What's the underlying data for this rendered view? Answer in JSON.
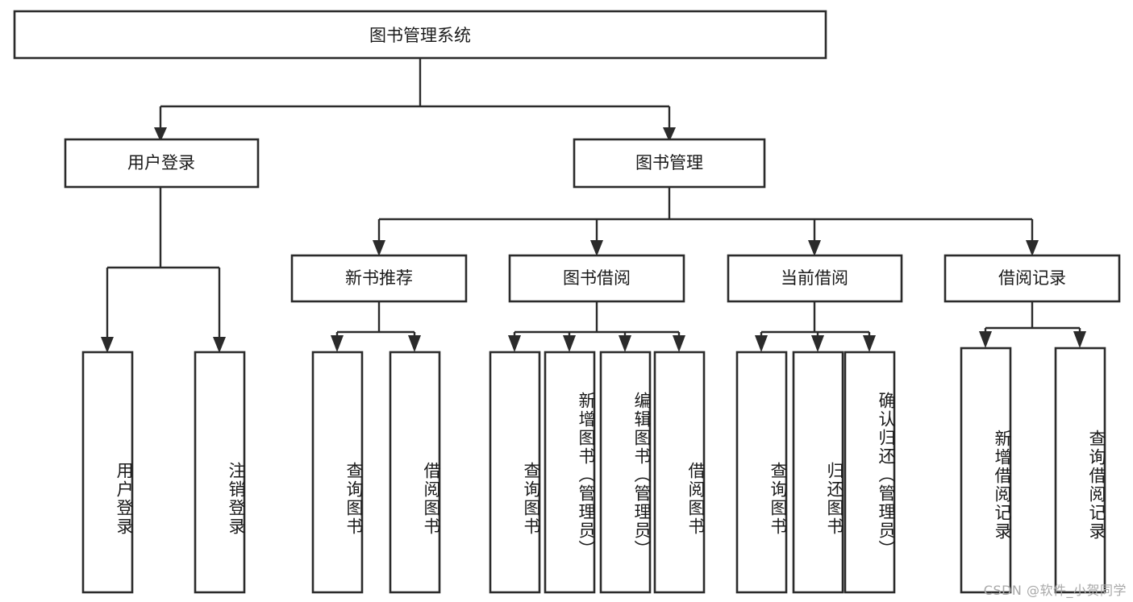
{
  "diagram": {
    "type": "hierarchy-tree",
    "title": "图书管理系统",
    "root": {
      "id": "root",
      "label": "图书管理系统"
    },
    "level2": [
      {
        "id": "user-login",
        "label": "用户登录"
      },
      {
        "id": "book-management",
        "label": "图书管理"
      }
    ],
    "level3": [
      {
        "id": "new-book-recommend",
        "label": "新书推荐",
        "parent": "book-management"
      },
      {
        "id": "book-borrow",
        "label": "图书借阅",
        "parent": "book-management"
      },
      {
        "id": "current-borrow",
        "label": "当前借阅",
        "parent": "book-management"
      },
      {
        "id": "borrow-record",
        "label": "借阅记录",
        "parent": "book-management"
      }
    ],
    "leaves": [
      {
        "id": "leaf-user-login",
        "label": "用户登录",
        "parent": "user-login"
      },
      {
        "id": "leaf-logout",
        "label": "注销登录",
        "parent": "user-login"
      },
      {
        "id": "leaf-query-book-1",
        "label": "查询图书",
        "parent": "new-book-recommend"
      },
      {
        "id": "leaf-borrow-book-1",
        "label": "借阅图书",
        "parent": "new-book-recommend"
      },
      {
        "id": "leaf-query-book-2",
        "label": "查询图书",
        "parent": "book-borrow"
      },
      {
        "id": "leaf-add-book",
        "label": "新增图书（管理员）",
        "parent": "book-borrow"
      },
      {
        "id": "leaf-edit-book",
        "label": "编辑图书（管理员）",
        "parent": "book-borrow"
      },
      {
        "id": "leaf-borrow-book-2",
        "label": "借阅图书",
        "parent": "book-borrow"
      },
      {
        "id": "leaf-query-book-3",
        "label": "查询图书",
        "parent": "current-borrow"
      },
      {
        "id": "leaf-return-book",
        "label": "归还图书",
        "parent": "current-borrow"
      },
      {
        "id": "leaf-confirm-return",
        "label": "确认归还（管理员）",
        "parent": "current-borrow"
      },
      {
        "id": "leaf-add-record",
        "label": "新增借阅记录",
        "parent": "borrow-record"
      },
      {
        "id": "leaf-query-record",
        "label": "查询借阅记录",
        "parent": "borrow-record"
      }
    ]
  },
  "watermark": {
    "text": "CSDN @软件_小贺同学"
  },
  "colors": {
    "stroke": "#2b2b2b",
    "fill": "#ffffff",
    "text": "#1a1a1a",
    "watermark": "#a8a8a8"
  }
}
